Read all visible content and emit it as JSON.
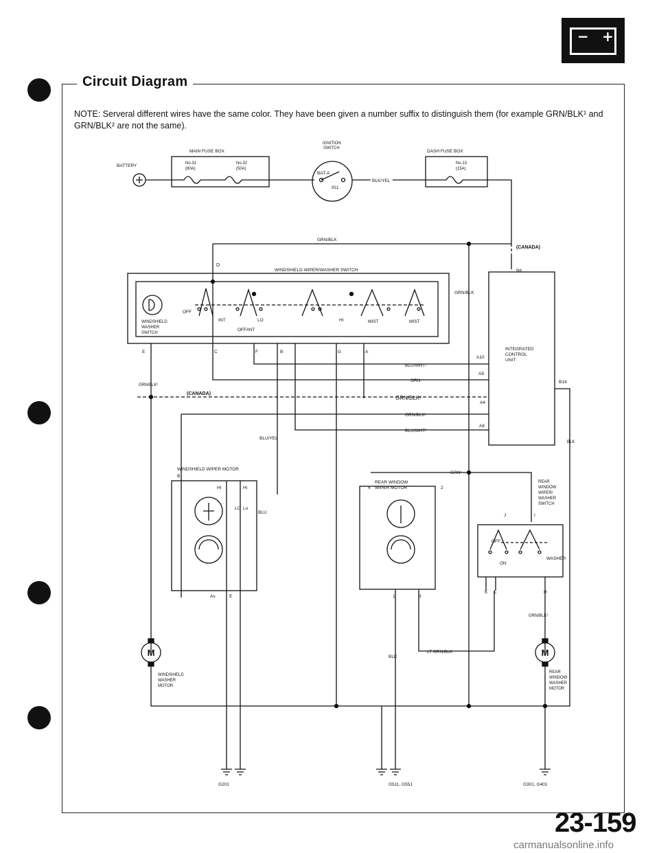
{
  "title": "Circuit Diagram",
  "note": "NOTE: Serveral different wires have the same color. They have been given a number suffix to distinguish them (for example GRN/BLK¹ and GRN/BLK² are not the same).",
  "battery_icon": {
    "minus": "−",
    "plus": "+"
  },
  "page_number": "23-159",
  "watermark": "carmanualsonline.info",
  "labels": {
    "main_fuse_box": "MAIN FUSE BOX",
    "ignition_switch_1": "IGNITION",
    "ignition_switch_2": "SWITCH",
    "dash_fuse_box": "DASH FUSE BOX",
    "battery": "BATTERY",
    "fuse31_no": "No.31",
    "fuse31_amp": "(80A)",
    "fuse32_no": "No.32",
    "fuse32_amp": "(50A)",
    "fuse13_no": "No.13",
    "fuse13_amp": "(15A)",
    "bat_a": "BAT-A",
    "ig1": "IG1",
    "blk_yel": "BLK/YEL",
    "grn_blk_top": "GRN/BLK",
    "canada_1": "(CANADA)",
    "b6": "B6",
    "d": "D",
    "wiper_washer_switch": "WINDSHIELD WIPER/WASHER SWITCH",
    "grn_blk_2": "GRN/BLK",
    "off": "OFF",
    "int": "INT",
    "lo": "LO",
    "hi": "HI",
    "mist_1": "MIST",
    "mist_2": "MIST",
    "off_int": "OFF/INT",
    "ws_washer_switch_1": "WINDSHIELD",
    "ws_washer_switch_2": "WASHER",
    "ws_washer_switch_3": "SWITCH",
    "term_e": "E",
    "term_c": "C",
    "term_f": "F",
    "term_b": "B",
    "term_g": "G",
    "term_a": "A",
    "icu_1": "INTEGRATED",
    "icu_2": "CONTROL",
    "icu_3": "UNIT",
    "a10": "A10",
    "a9": "A9",
    "a4": "A4",
    "a8": "A8",
    "b14": "B14",
    "blu_wht1": "BLU/WHT¹",
    "grn": "GRN",
    "grn_blk1": "GRN/BLK¹",
    "canada_2": "(CANADA)",
    "grn_blk2": "GRN/BLK²",
    "grn_blk1_b": "GRN/BLK¹",
    "blu_wht1_b": "BLU/WHT¹",
    "blu_yel": "BLU/YEL",
    "blk_right": "BLK",
    "wiper_motor": "WINDSHIELD WIPER MOTOR",
    "wm_b": "B",
    "wm_hi": "HI",
    "wm_hi2": "Hi",
    "wm_lo": "LO",
    "wm_lo2": "Lo",
    "blu": "BLU",
    "as": "As",
    "e2": "E",
    "grn1": "GRN¹",
    "rear_motor_1": "REAR WINDOW",
    "rear_motor_2": "WIPER MOTOR",
    "rm_4": "4",
    "rm_2": "2",
    "rm_1": "1",
    "rm_3": "3",
    "rear_switch_1": "REAR",
    "rear_switch_2": "WINDOW",
    "rear_switch_3": "WIPER/",
    "rear_switch_4": "WASHER",
    "rear_switch_5": "SWITCH",
    "rs_j": "J",
    "rs_i": "I",
    "rs_off": "OFF",
    "rs_on": "ON",
    "rs_washer": "WASHER",
    "rs_k": "K",
    "rs_l": "L",
    "rs_h": "H",
    "lt_grn_blk": "LT GRN/BLK",
    "grn_blk1_c": "GRN/BLK¹",
    "blk_mid": "BLK",
    "ws_washer_motor_1": "WINDSHIELD",
    "ws_washer_motor_2": "WASHER",
    "ws_washer_motor_3": "MOTOR",
    "rear_washer_motor_1": "REAR",
    "rear_washer_motor_2": "WINDOW",
    "rear_washer_motor_3": "WASHER",
    "rear_washer_motor_4": "MOTOR",
    "g201": "G201",
    "g511": "G511, G551",
    "g301": "G301, G401",
    "m": "M"
  }
}
